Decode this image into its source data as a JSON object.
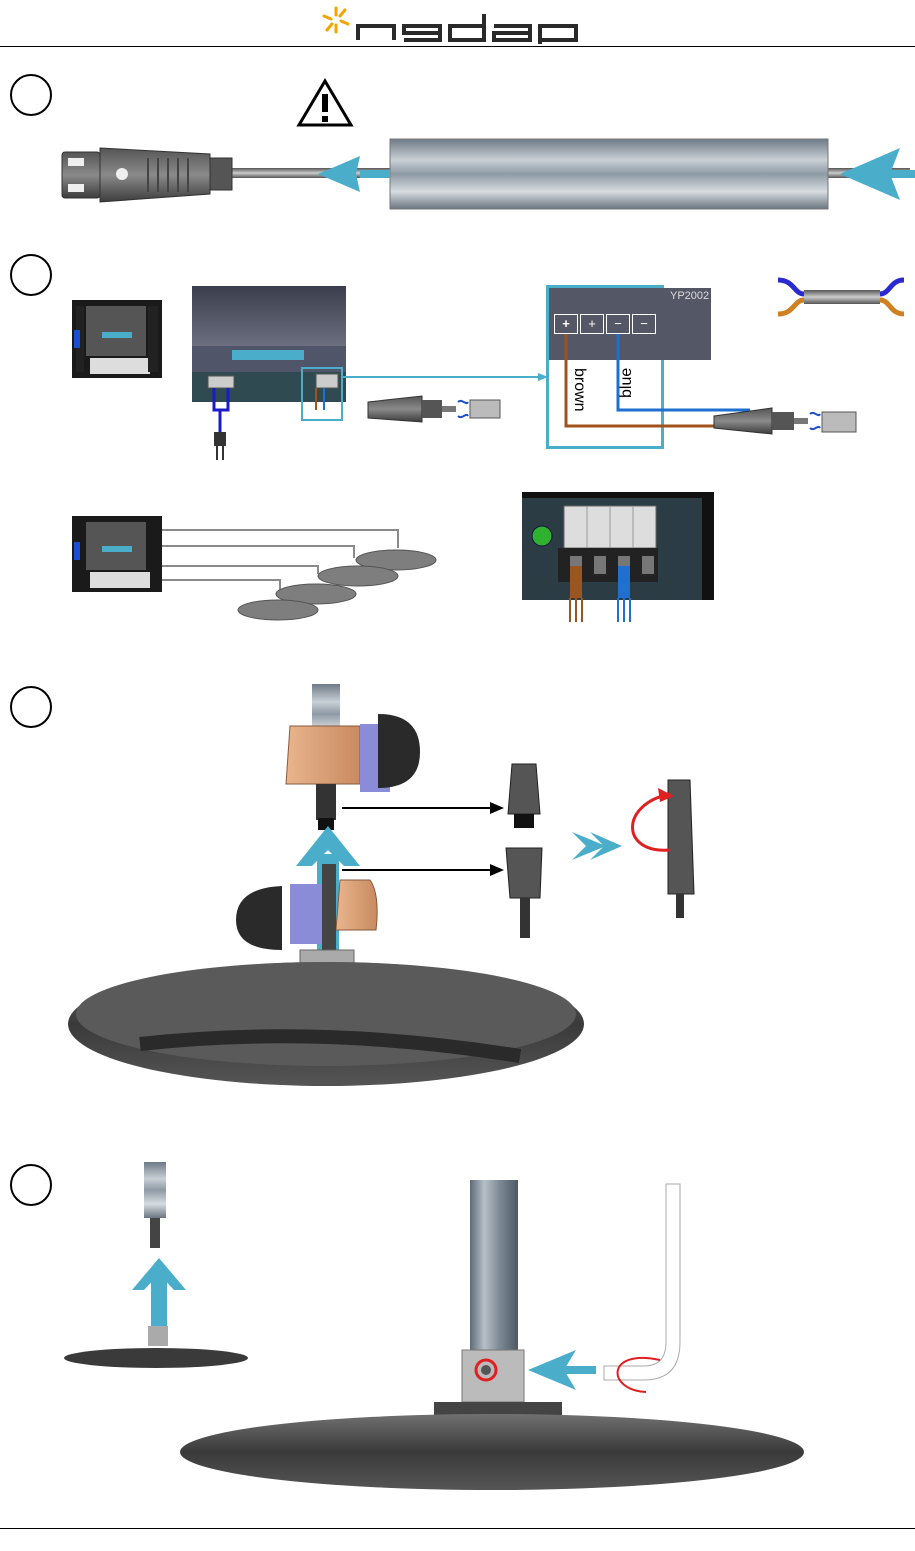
{
  "header": {
    "brand": "nedap",
    "brand_color": "#2a2a2a",
    "star_color": "#f0a500"
  },
  "colors": {
    "accent_arrow": "#4aaecb",
    "wire_brown": "#a0521a",
    "wire_blue": "#1e6fd0",
    "cable_grey": "#9a9a9a",
    "box_outline": "#4aaecb",
    "rotate_red": "#e02020"
  },
  "steps": [
    {
      "id": 1
    },
    {
      "id": 2
    },
    {
      "id": 3
    },
    {
      "id": 4
    }
  ],
  "step2": {
    "terminal_model": "YP2002",
    "terminals": [
      "+",
      "+",
      "−",
      "−"
    ],
    "wire_labels": {
      "brown": "brown",
      "blue": "blue"
    }
  },
  "icons": {
    "warning": "warning-triangle-icon",
    "logo_star": "nedap-star-icon"
  }
}
